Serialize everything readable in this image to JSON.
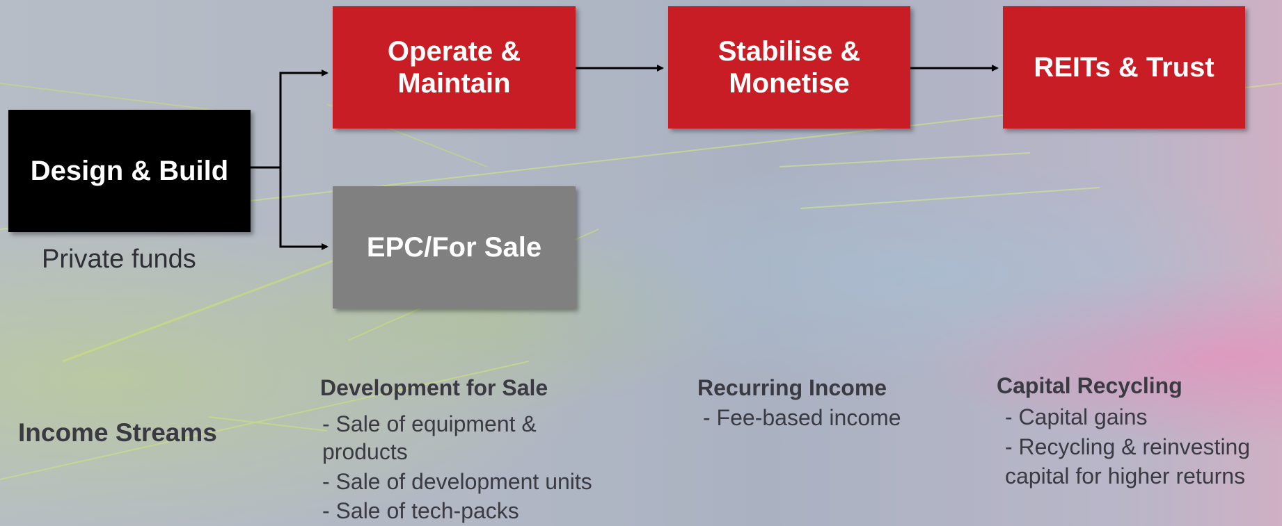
{
  "nodes": {
    "design_build": "Design & Build",
    "operate_maintain": "Operate &\nMaintain",
    "stabilise_monetise": "Stabilise &\nMonetise",
    "reits_trust": "REITs & Trust",
    "epc_for_sale": "EPC/For Sale"
  },
  "captions": {
    "private_funds": "Private funds"
  },
  "income": {
    "heading": "Income Streams",
    "development": {
      "title": "Development for Sale",
      "items": [
        "- Sale of equipment &",
        "products",
        "- Sale of development units",
        "- Sale of tech-packs"
      ]
    },
    "recurring": {
      "title": "Recurring Income",
      "items": [
        "- Fee-based income"
      ]
    },
    "capital": {
      "title": "Capital Recycling",
      "items": [
        "- Capital gains",
        "- Recycling & reinvesting",
        "capital for higher returns"
      ]
    }
  },
  "colors": {
    "primary_red": "#c91d25",
    "black": "#000000",
    "grey": "#808080",
    "connector": "#000000"
  }
}
